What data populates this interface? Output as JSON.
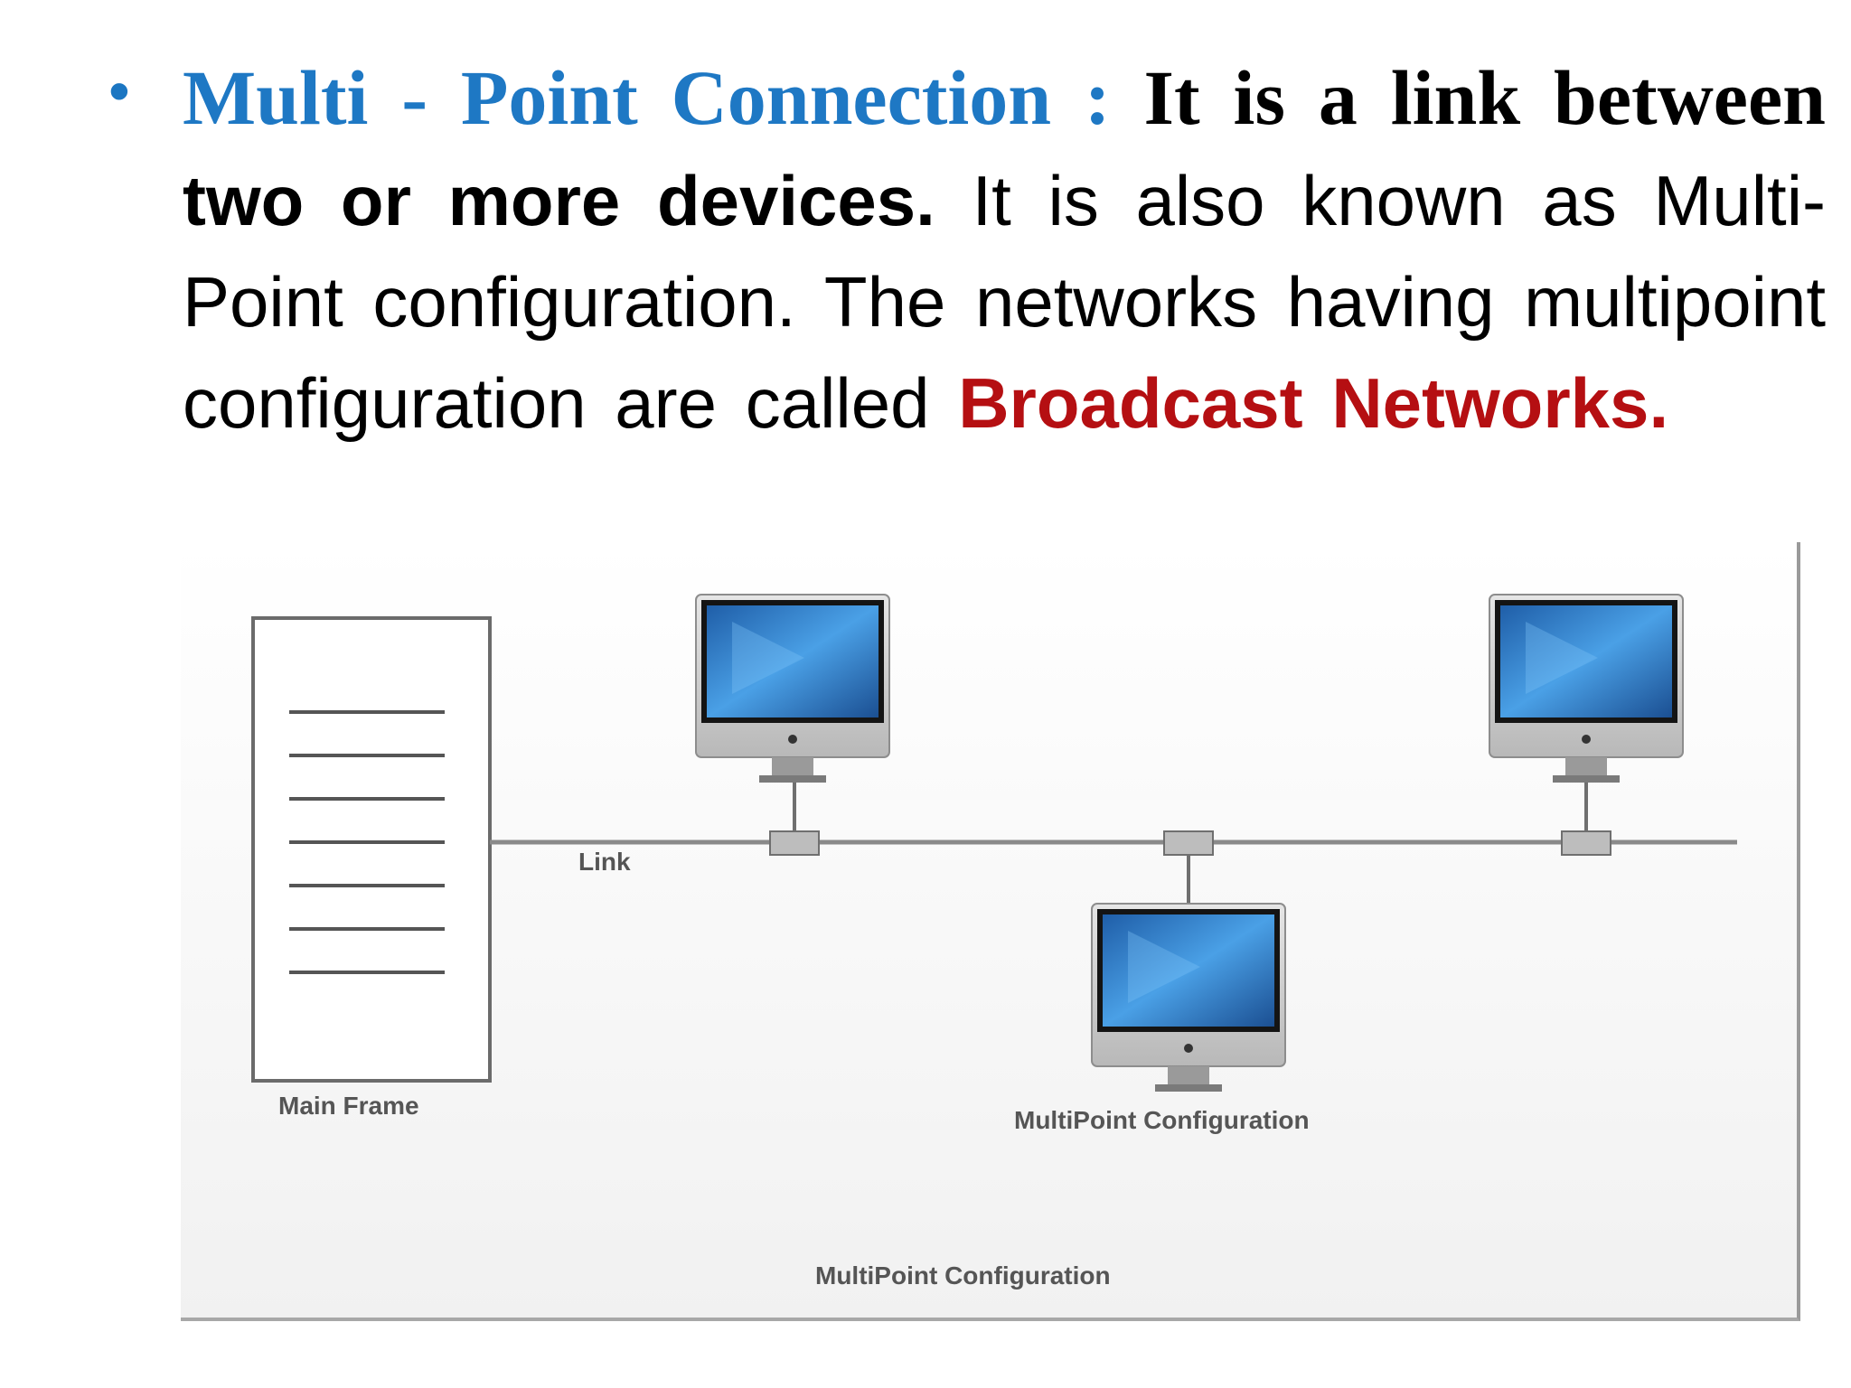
{
  "text": {
    "bullet": "•",
    "heading": "Multi - Point Connection :",
    "part1": " It is a link between",
    "part2": " two or more devices.",
    "part3": " It is also known as Multi-Point configuration. The networks having multipoint configuration are called ",
    "highlight": "Broadcast Networks."
  },
  "figure": {
    "mainframe_label": "Main Frame",
    "link_label": "Link",
    "device_caption": "MultiPoint Configuration",
    "figure_caption": "MultiPoint Configuration"
  },
  "colors": {
    "heading": "#1e78c4",
    "highlight": "#b50f12",
    "screen": "#2a7ccb",
    "line": "#8a8a8a"
  }
}
